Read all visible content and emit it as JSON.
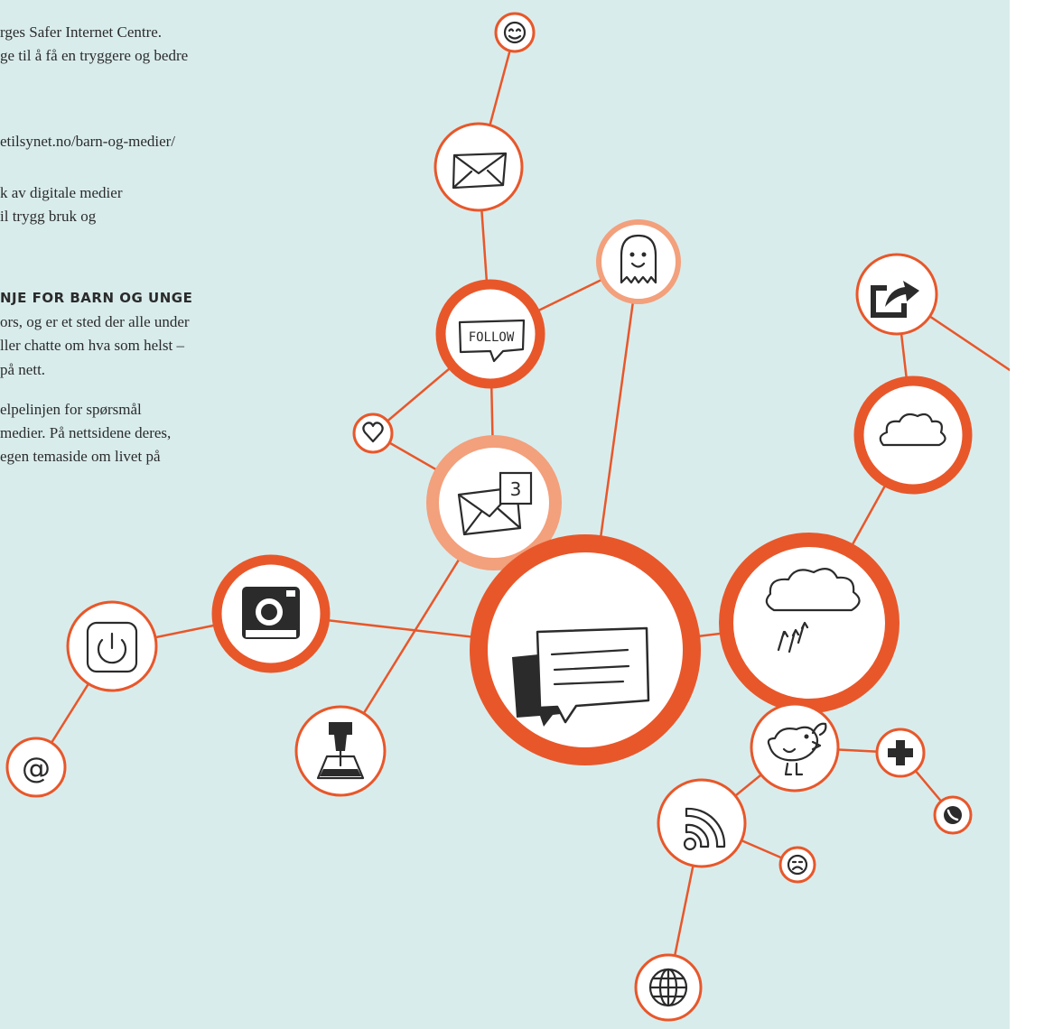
{
  "colors": {
    "background": "#d9ecec",
    "accent": "#e8572a",
    "accent_light": "#f3a07c"
  },
  "text": {
    "line1": "rges Safer Internet Centre.",
    "line2": "ge til å få en tryggere og bedre",
    "line3": "etilsynet.no/barn-og-medier/",
    "line4": "k av digitale medier",
    "line5": "il trygg bruk og",
    "heading": "NJE FOR BARN OG UNGE",
    "line6": "ors, og er et sted der alle under",
    "line7": "ller chatte om hva som helst –",
    "line8": "på nett.",
    "line9": "elpelinjen for spørsmål",
    "line10": "medier. På nettsidene deres,",
    "line11": "egen temaside om livet på"
  },
  "icons": {
    "follow_text": "FOLLOW",
    "message_count": "3"
  }
}
